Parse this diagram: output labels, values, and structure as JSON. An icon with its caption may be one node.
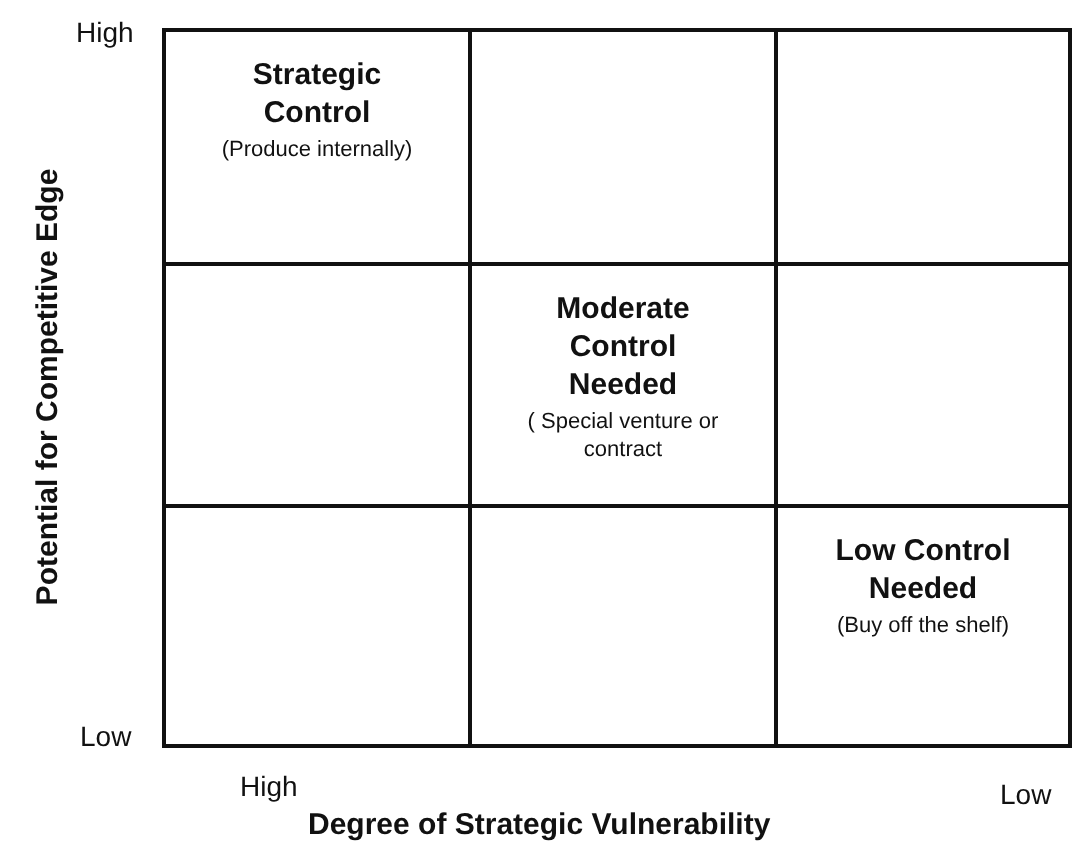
{
  "diagram": {
    "nodes": [
      {
        "text": [
          "Strategic Control",
          "(Produce internally)"
        ]
      },
      {
        "text": [],
        "shape": "box"
      },
      {
        "text": [],
        "shape": "box"
      },
      {
        "text": [],
        "shape": "box"
      },
      {
        "text": [
          "Moderate Control Needed",
          "( Special venture or contract"
        ]
      },
      {
        "text": [],
        "shape": "box"
      },
      {
        "text": [],
        "shape": "box"
      },
      {
        "text": [],
        "shape": "box"
      },
      {
        "text": [
          "Low Control Needed",
          "(Buy off the shelf)"
        ]
      }
    ],
    "labels": [
      "High",
      "Potential for Competitive Edge",
      "Low",
      "High",
      "Low",
      "Degree of Strategic Vulnerability"
    ]
  }
}
